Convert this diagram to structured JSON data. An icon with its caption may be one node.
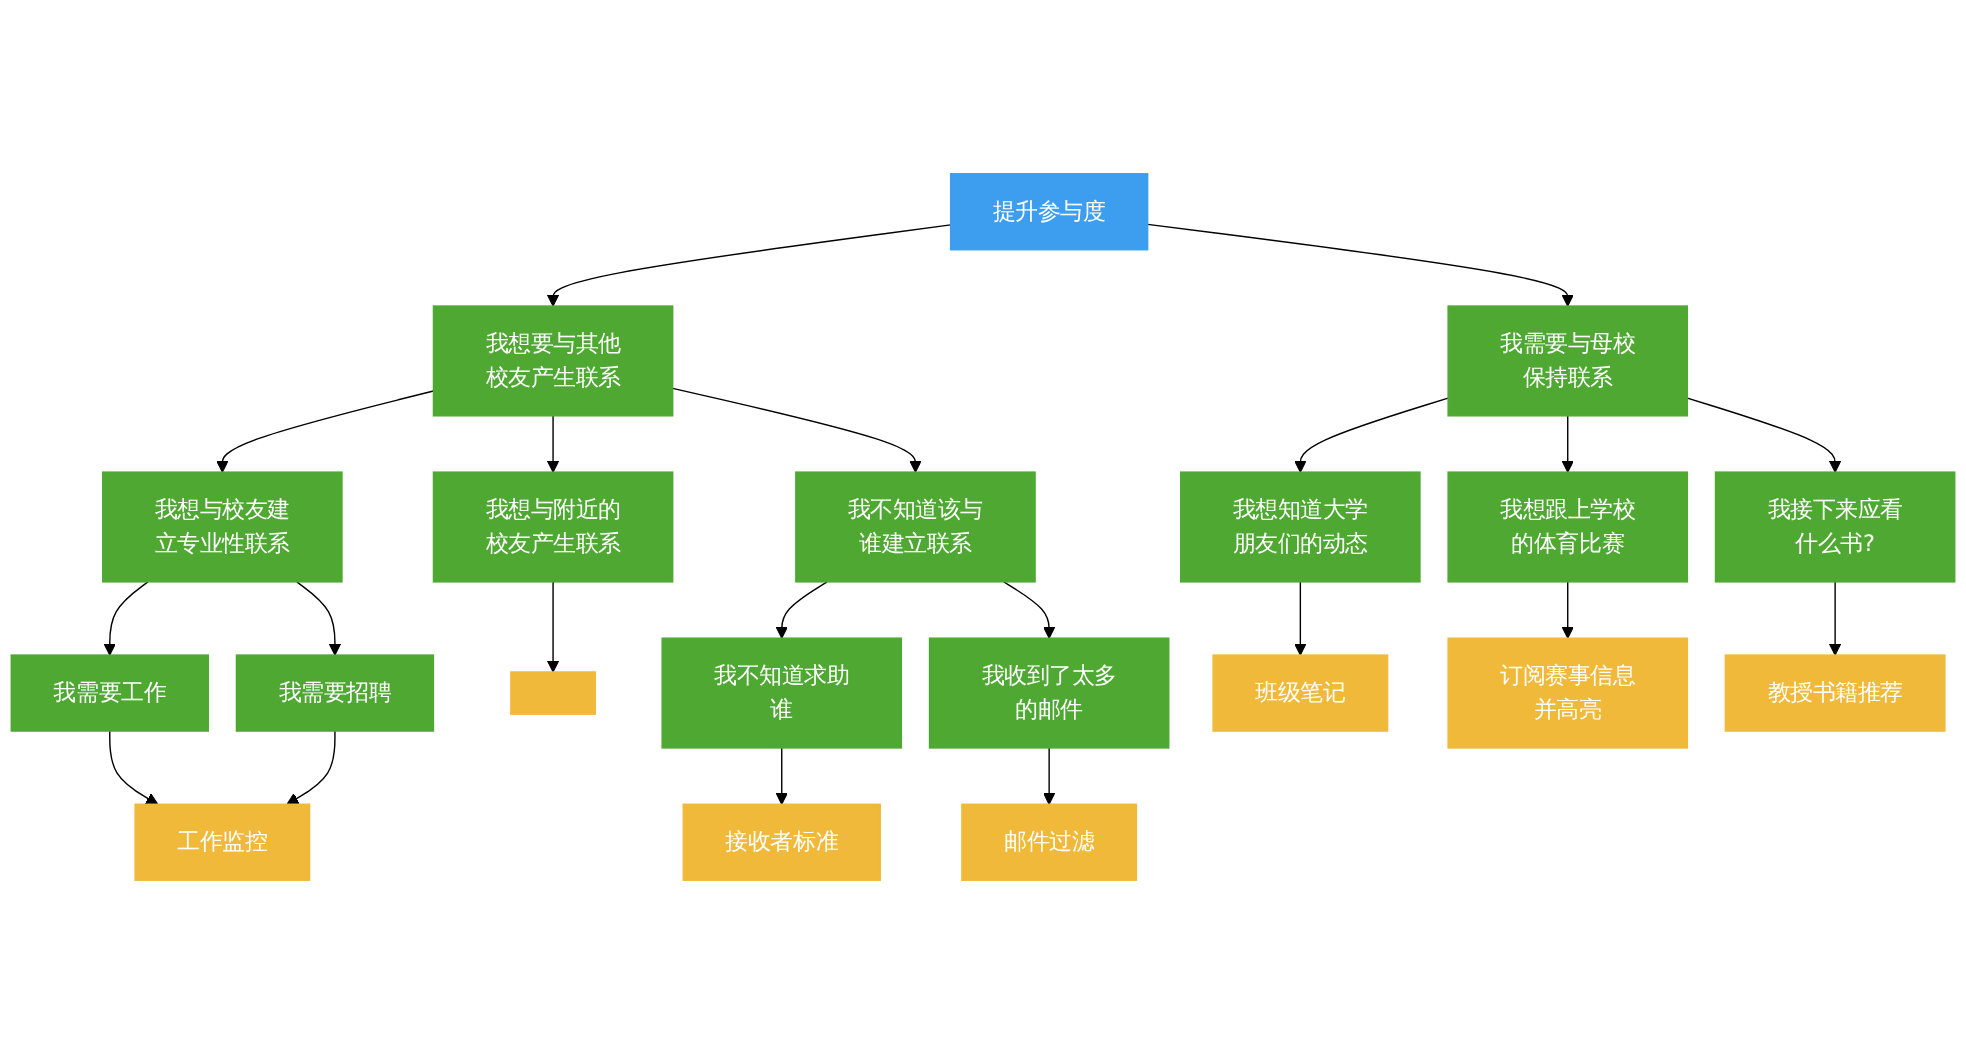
{
  "diagram": {
    "nodes": [
      {
        "text": [
          "提升参与度"
        ]
      },
      {
        "text": [
          "我想要与其他校友产生联系"
        ]
      },
      {
        "text": [
          "我需要与母校保持联系"
        ]
      },
      {
        "text": [
          "我想与校友建立专业性联系"
        ]
      },
      {
        "text": [
          "我想与附近的校友产生联系"
        ]
      },
      {
        "text": [
          "我不知道该与谁建立联系"
        ]
      },
      {
        "text": [
          "我想知道大学朋友们的动态"
        ]
      },
      {
        "text": [
          "我想跟上学校的体育比赛"
        ]
      },
      {
        "text": [
          "我接下来应看什么书?"
        ]
      },
      {
        "text": [
          "我需要工作"
        ]
      },
      {
        "text": [
          "我需要招聘"
        ]
      },
      {
        "text": [],
        "shape": "box"
      },
      {
        "text": [
          "我不知道求助谁"
        ]
      },
      {
        "text": [
          "我收到了太多的邮件"
        ]
      },
      {
        "text": [
          "班级笔记"
        ]
      },
      {
        "text": [
          "订阅赛事信息并高亮"
        ]
      },
      {
        "text": [
          "教授书籍推荐"
        ]
      },
      {
        "text": [
          "工作监控"
        ]
      },
      {
        "text": [
          "接收者标准"
        ]
      },
      {
        "text": [
          "邮件过滤"
        ]
      }
    ],
    "edges": [
      {
        "from": 0,
        "to": 1,
        "arrow": "to"
      },
      {
        "from": 0,
        "to": 2,
        "arrow": "to"
      },
      {
        "from": 1,
        "to": 3,
        "arrow": "to"
      },
      {
        "from": 1,
        "to": 4,
        "arrow": "to"
      },
      {
        "from": 1,
        "to": 5,
        "arrow": "to"
      },
      {
        "from": 2,
        "to": 6,
        "arrow": "to"
      },
      {
        "from": 2,
        "to": 7,
        "arrow": "to"
      },
      {
        "from": 2,
        "to": 8,
        "arrow": "to"
      },
      {
        "from": 3,
        "to": 9,
        "arrow": "to"
      },
      {
        "from": 3,
        "to": 10,
        "arrow": "to"
      },
      {
        "from": 4,
        "to": 11,
        "arrow": "to"
      },
      {
        "from": 5,
        "to": 12,
        "arrow": "to"
      },
      {
        "from": 5,
        "to": 13,
        "arrow": "to"
      },
      {
        "from": 6,
        "to": 14,
        "arrow": "to"
      },
      {
        "from": 7,
        "to": 15,
        "arrow": "to"
      },
      {
        "from": 8,
        "to": 16,
        "arrow": "to"
      },
      {
        "from": 9,
        "to": 17,
        "arrow": "to"
      },
      {
        "from": 10,
        "to": 17,
        "arrow": "to"
      },
      {
        "from": 12,
        "to": 18,
        "arrow": "to"
      },
      {
        "from": 13,
        "to": 19,
        "arrow": "to"
      }
    ]
  }
}
